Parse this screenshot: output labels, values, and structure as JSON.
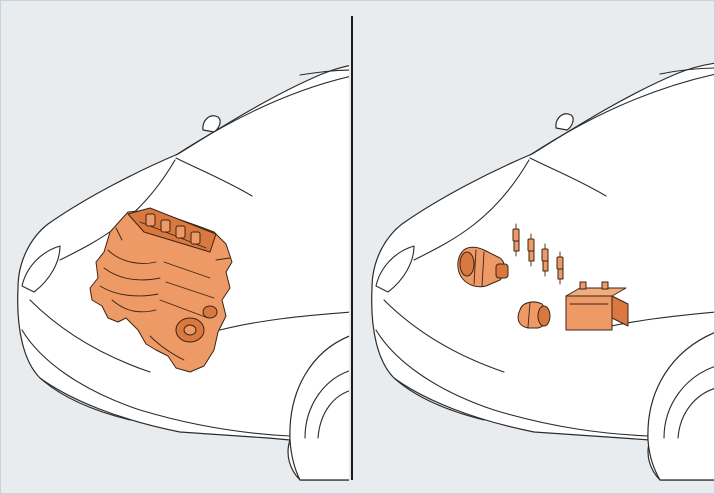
{
  "figure": {
    "panels": [
      {
        "name": "engine-panel",
        "content": "engine"
      },
      {
        "name": "electrical-panel",
        "content": [
          "starter",
          "spark-plugs",
          "battery",
          "ignition-coil"
        ]
      }
    ],
    "colors": {
      "background": "#e9ecef",
      "frame": "#c9d3dc",
      "divider": "#1a1a1a",
      "part_fill": "#ee9a66",
      "part_shade": "#d9793f",
      "part_outline": "#3a2416",
      "car_outline": "#2b2b2b",
      "car_fill": "#ffffff"
    },
    "icons": {
      "left_car": "car-front-icon",
      "engine": "engine-icon",
      "right_car": "car-front-icon",
      "starter": "starter-motor-icon",
      "spark_plugs": "spark-plug-icon",
      "battery": "battery-icon",
      "coil": "ignition-coil-icon"
    }
  }
}
